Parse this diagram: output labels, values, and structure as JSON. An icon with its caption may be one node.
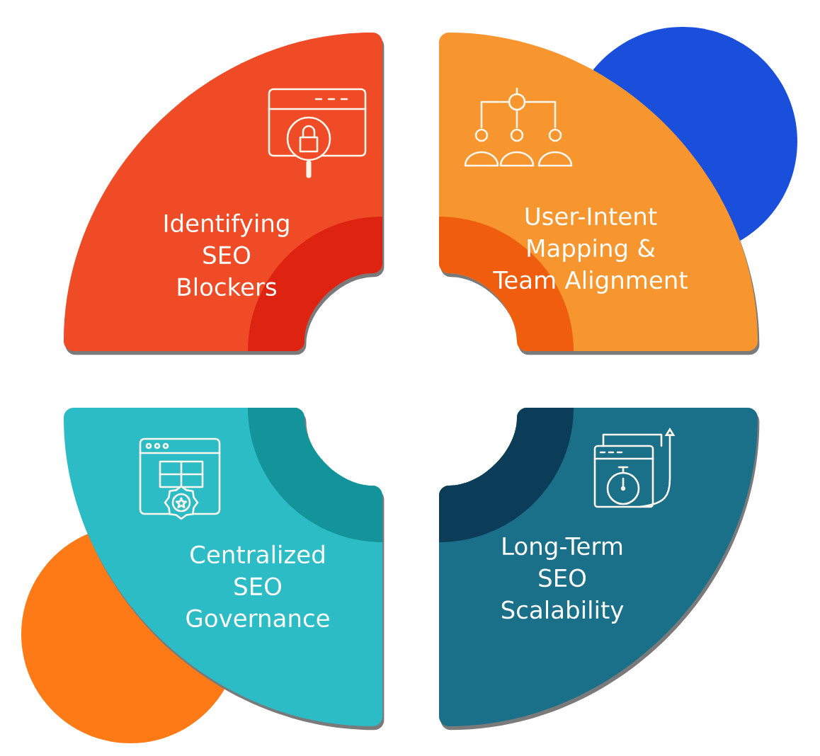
{
  "diagram": {
    "nodes": [
      {
        "text": [
          "Identifying SEO Blockers"
        ]
      },
      {
        "text": [
          "User-Intent Mapping & Team Alignment"
        ]
      },
      {
        "text": [
          "Centralized SEO Governance"
        ]
      },
      {
        "text": [
          "Long-Term SEO Scalability"
        ]
      }
    ]
  }
}
